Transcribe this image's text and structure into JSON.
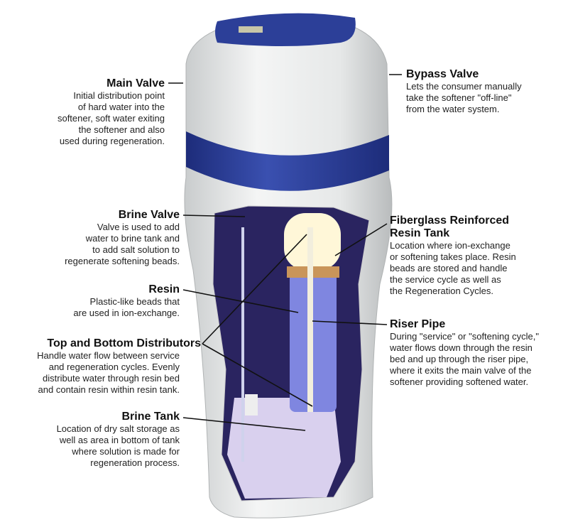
{
  "title": "Water Softener Components",
  "colors": {
    "accent_blue": "#2c3f98",
    "resin_blue": "#7f86e0",
    "body": "#eceeee"
  },
  "callouts": {
    "main_valve": {
      "title": "Main Valve",
      "lines": [
        "Initial distribution point",
        "of hard water into the",
        "softener, soft water exiting",
        "the softener and also",
        "used during regeneration."
      ]
    },
    "bypass_valve": {
      "title": "Bypass Valve",
      "lines": [
        "Lets the consumer manually",
        "take the softener \"off-line\"",
        "from the water system."
      ]
    },
    "brine_valve": {
      "title": "Brine Valve",
      "lines": [
        "Valve is used to add",
        "water to brine tank and",
        "to add salt solution to",
        "regenerate softening beads."
      ]
    },
    "resin_tank": {
      "title_lines": [
        "Fiberglass Reinforced",
        "Resin Tank"
      ],
      "lines": [
        "Location where ion-exchange",
        "or softening takes place. Resin",
        "beads are stored and handle",
        "the service cycle as well as",
        "the Regeneration Cycles."
      ]
    },
    "resin": {
      "title": "Resin",
      "lines": [
        "Plastic-like beads that",
        "are used in ion-exchange."
      ]
    },
    "riser_pipe": {
      "title": "Riser Pipe",
      "lines": [
        "During \"service\" or \"softening cycle,\"",
        "water flows down through the resin",
        "bed and up through the riser pipe,",
        "where it exits the main valve of the",
        "softener providing softened water."
      ]
    },
    "distributors": {
      "title": "Top and Bottom Distributors",
      "lines": [
        "Handle water flow between service",
        "and regeneration cycles. Evenly",
        "distribute water through resin bed",
        "and contain resin within resin tank."
      ]
    },
    "brine_tank": {
      "title": "Brine Tank",
      "lines": [
        "Location of dry salt storage as",
        "well as area in bottom of tank",
        "where solution is made for",
        "regeneration process."
      ]
    }
  }
}
